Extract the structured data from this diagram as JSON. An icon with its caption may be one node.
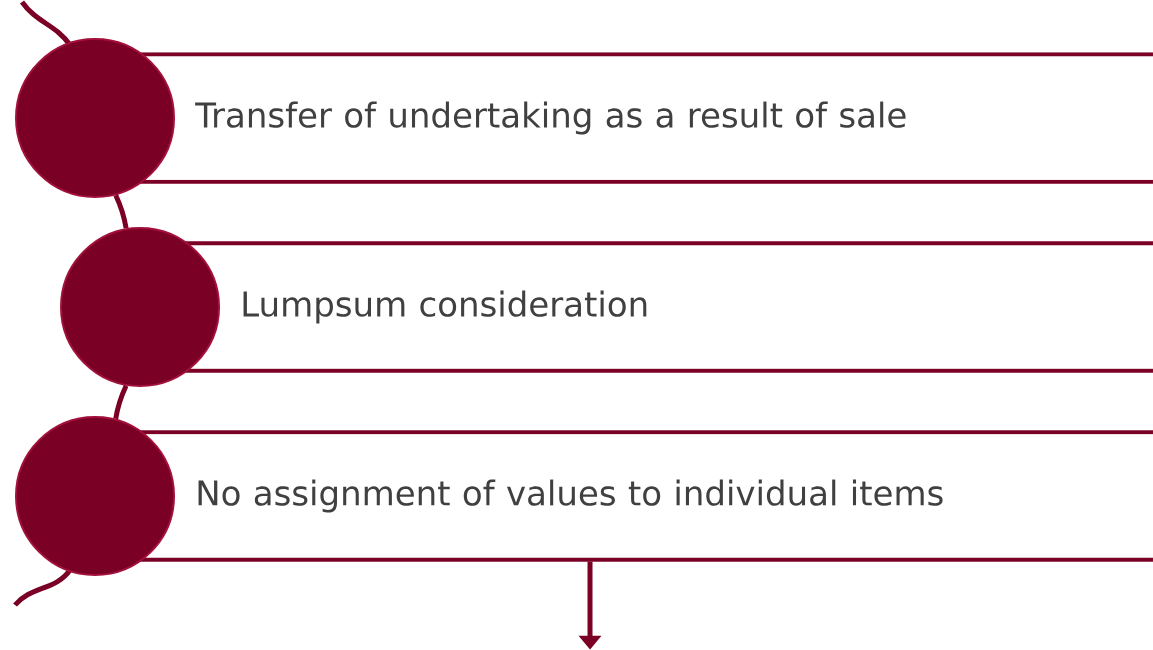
{
  "diagram": {
    "nodes": [
      {
        "text": [
          "Transfer of undertaking as a result of sale"
        ]
      },
      {
        "text": [
          "Lumpsum consideration"
        ]
      },
      {
        "text": [
          "No assignment of values to individual items"
        ]
      },
      {
        "text": [],
        "shape": "circle"
      },
      {
        "text": [],
        "shape": "circle"
      },
      {
        "text": [],
        "shape": "circle"
      }
    ],
    "edges": [
      {
        "from": 3,
        "to": 4,
        "arrow": "none"
      },
      {
        "from": 4,
        "to": 5,
        "arrow": "none"
      },
      {
        "from": 2,
        "to": null,
        "arrow": "to"
      }
    ]
  }
}
